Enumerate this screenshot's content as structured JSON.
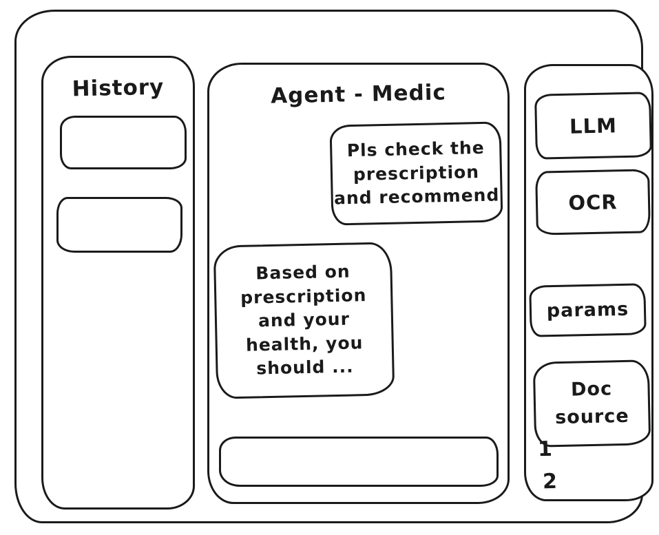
{
  "app": {
    "title": "Agent - Medic",
    "colors": {
      "stroke": "#1a1a1a",
      "background": "#ffffff"
    }
  },
  "history_panel": {
    "title": "History",
    "items": [
      "",
      ""
    ]
  },
  "chat": {
    "title": "Agent - Medic",
    "messages": [
      {
        "role": "user",
        "text": "Pls check the\nprescription\nand recommend"
      },
      {
        "role": "assistant",
        "text": "Based on\nprescription\nand your\nhealth, you\nshould ..."
      }
    ],
    "input": {
      "value": "",
      "placeholder": ""
    }
  },
  "tools_panel": {
    "buttons": [
      {
        "id": "llm",
        "label": "LLM"
      },
      {
        "id": "ocr",
        "label": "OCR"
      },
      {
        "id": "params",
        "label": "params"
      },
      {
        "id": "doc-source",
        "label": "Doc source"
      }
    ],
    "doc_list": [
      "1",
      "2"
    ]
  }
}
